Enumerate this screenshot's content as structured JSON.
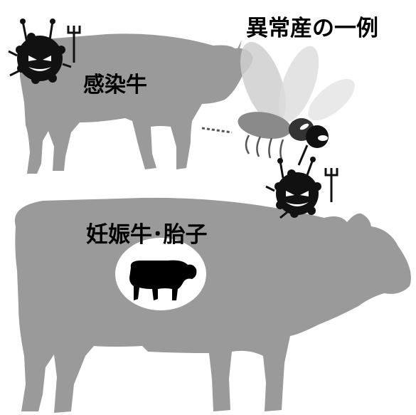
{
  "title": "異常産の一例",
  "labels": {
    "infected_cow": "感染牛",
    "pregnant_cow_fetus": "妊娠牛･胎子"
  },
  "colors": {
    "cow_silhouette": "#9a9a9a",
    "fetus_bubble": "#ffffff",
    "fetus": "#000000",
    "virus": "#111111",
    "insect_wing": "#cfcfcf",
    "insect_body": "#8a8a8a"
  },
  "icons": [
    "virus-devil-icon",
    "pitchfork-icon",
    "biting-insect-icon",
    "cow-silhouette",
    "fetus-cow-icon"
  ]
}
